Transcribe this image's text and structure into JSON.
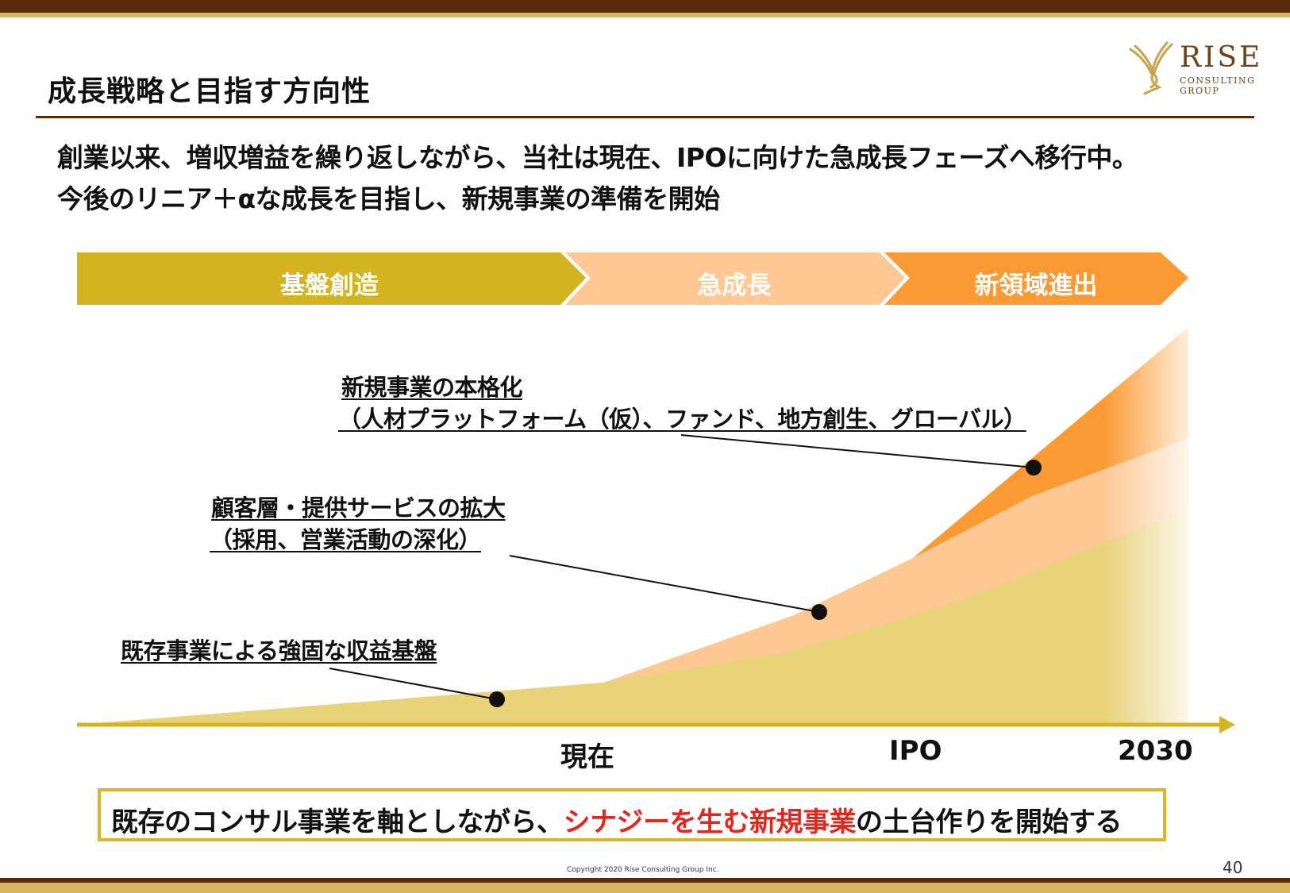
{
  "header": {
    "title": "成長戦略と目指す方向性"
  },
  "logo": {
    "word": "RISE",
    "line1": "CONSULTING",
    "line2": "GROUP"
  },
  "lead": {
    "line1": "創業以来、増収増益を繰り返しながら、当社は現在、IPOに向けた急成長フェーズへ移行中。",
    "line2": "今後のリニア＋αな成長を目指し、新規事業の準備を開始"
  },
  "phases": [
    {
      "label": "基盤創造",
      "color": "#d4b320"
    },
    {
      "label": "急成長",
      "color": "#fdc893"
    },
    {
      "label": "新領域進出",
      "color": "#fb9a32"
    }
  ],
  "annotations": [
    {
      "line1": "新規事業の本格化",
      "line2": "（人材プラットフォーム（仮）、ファンド、地方創生、グローバル）"
    },
    {
      "line1": "顧客層・提供サービスの拡大",
      "line2": "（採用、営業活動の深化）"
    },
    {
      "line1": "既存事業による強固な収益基盤"
    }
  ],
  "timeline": {
    "labels": [
      "現在",
      "IPO",
      "2030"
    ]
  },
  "summary": {
    "before": "既存のコンサル事業を軸としながら、",
    "highlight": "シナジーを生む新規事業",
    "after": "の土台作りを開始する",
    "highlight_color": "#e0281e"
  },
  "footer": {
    "copyright": "Copyright 2020 Rise Consulting Group Inc.",
    "page_number": "40"
  }
}
